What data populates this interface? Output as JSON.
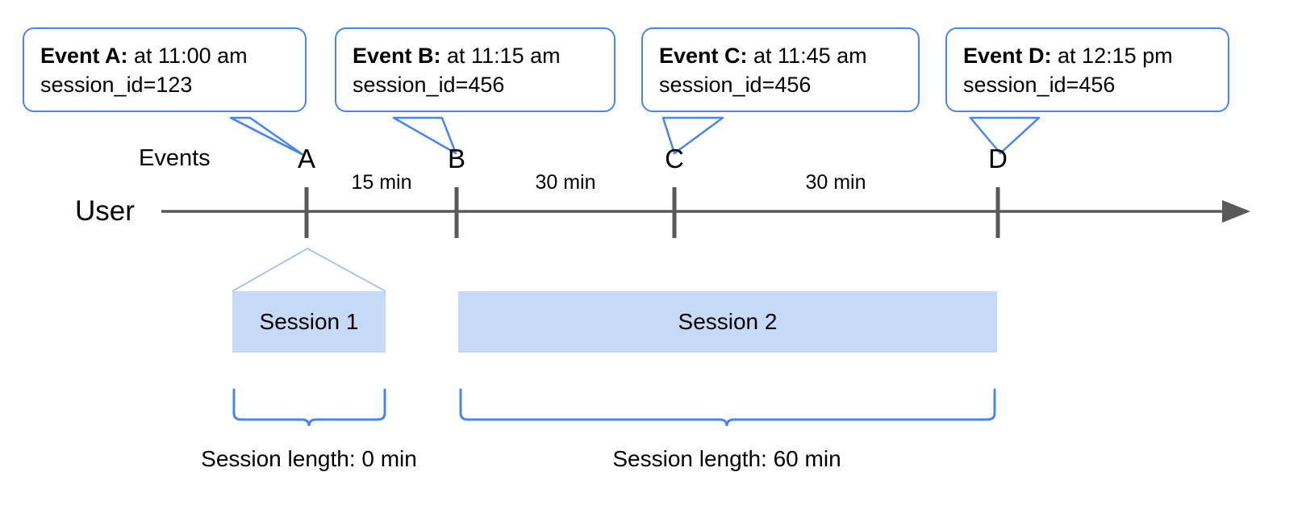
{
  "diagram": {
    "title_row_label": "Events",
    "actor_label": "User",
    "callouts": [
      {
        "id": "A",
        "lead": "Event A:",
        "time_text": " at 11:00 am",
        "session_line": "session_id=123"
      },
      {
        "id": "B",
        "lead": "Event B:",
        "time_text": " at 11:15 am",
        "session_line": "session_id=456"
      },
      {
        "id": "C",
        "lead": "Event C:",
        "time_text": " at 11:45 am",
        "session_line": "session_id=456"
      },
      {
        "id": "D",
        "lead": "Event D:",
        "time_text": " at 12:15 pm",
        "session_line": "session_id=456"
      }
    ],
    "events": [
      {
        "letter": "A",
        "time": "11:00 am",
        "session_id": "123"
      },
      {
        "letter": "B",
        "time": "11:15 am",
        "session_id": "456"
      },
      {
        "letter": "C",
        "time": "11:45 am",
        "session_id": "456"
      },
      {
        "letter": "D",
        "time": "12:15 pm",
        "session_id": "456"
      }
    ],
    "gaps": [
      {
        "between": "A-B",
        "label": "15 min"
      },
      {
        "between": "B-C",
        "label": "30 min"
      },
      {
        "between": "C-D",
        "label": "30 min"
      }
    ],
    "sessions": [
      {
        "name": "Session 1",
        "length_label": "Session length: 0 min"
      },
      {
        "name": "Session 2",
        "length_label": "Session length: 60 min"
      }
    ],
    "colors": {
      "callout_stroke": "#4a86e8",
      "session_fill": "#c6d9f7",
      "session_stroke": "#a9c6ee",
      "axis": "#595959",
      "brace": "#4a86e8",
      "text": "#000000"
    }
  }
}
